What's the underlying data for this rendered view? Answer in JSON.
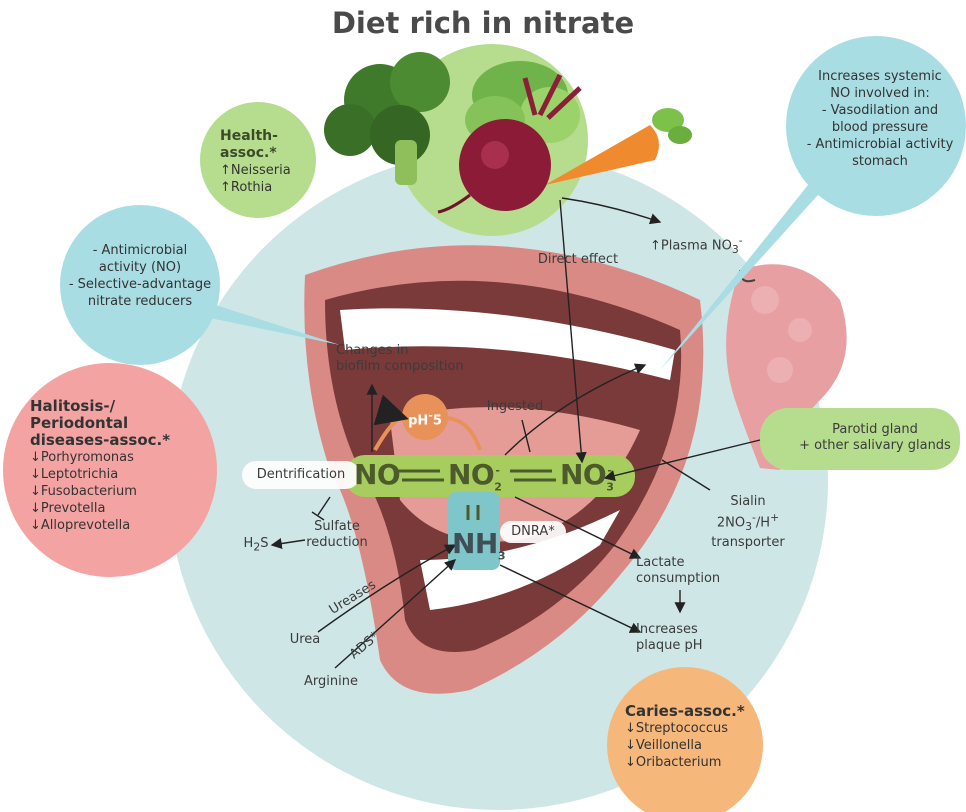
{
  "title": "Diet rich in nitrate",
  "health_bubble": {
    "heading_line1": "Health-",
    "heading_line2": "assoc.*",
    "items": [
      "↑Neisseria",
      "↑Rothia"
    ],
    "color": "#b6dd8e"
  },
  "antimicrobial_bubble": {
    "lines": [
      "- Antimicrobial",
      "activity (NO)",
      "- Selective-advantage",
      "nitrate reducers"
    ],
    "color": "#a9dde4"
  },
  "halitosis_bubble": {
    "heading_lines": [
      "Halitosis-/",
      "Periodontal",
      "diseases-assoc.*"
    ],
    "items": [
      "↓Porhyromonas",
      "↓Leptotrichia",
      "↓Fusobacterium",
      "↓Prevotella",
      "↓Alloprevotella"
    ],
    "color": "#f4a3a3"
  },
  "systemic_bubble": {
    "lines": [
      "Increases systemic",
      "NO involved in:",
      "- Vasodilation and",
      "blood pressure",
      "- Antimicrobial activity",
      "stomach"
    ],
    "color": "#a9dde4"
  },
  "caries_bubble": {
    "heading": "Caries-assoc.*",
    "items": [
      "↓Streptococcus",
      "↓Veillonella",
      "↓Oribacterium"
    ],
    "color": "#f6b77a"
  },
  "labels": {
    "direct_effect": "Direct effect",
    "plasma": "↑Plasma NO",
    "plasma_sub": "3",
    "plasma_sup": "-",
    "biofilm_line1": "Changes in",
    "biofilm_line2": "biofilm composition",
    "ingested": "Ingested",
    "ph": "pH",
    "ph_sup": "-",
    "ph_value": "5",
    "dentrification": "Dentrification",
    "parotid_line1": "Parotid gland",
    "parotid_line2": "+ other salivary glands",
    "sialin_line1": "Sialin",
    "sialin_line2_a": "2NO",
    "sialin_line2_sub": "3",
    "sialin_line2_sup": "-",
    "sialin_line2_b": "/H",
    "sialin_line2_sup2": "+",
    "sialin_line3": "transporter",
    "sulfate_line1": "Sulfate",
    "sulfate_line2": "reduction",
    "h2s": "H",
    "h2s_sub": "2",
    "h2s_end": "S",
    "dnra": "DNRA*",
    "lactate_line1": "Lactate",
    "lactate_line2": "consumption",
    "plaque_line1": "Increases",
    "plaque_line2": "plaque pH",
    "ureases": "Ureases",
    "urea": "Urea",
    "ads": "ADS*",
    "arginine": "Arginine"
  },
  "molecules": {
    "no": "NO",
    "no2": "NO",
    "no2_sub": "2",
    "no2_sup": "-",
    "no3": "NO",
    "no3_sub": "3",
    "no3_sup": "-",
    "nh3": "NH",
    "nh3_sub": "3"
  },
  "colors": {
    "background_circle": "#cfe6e7",
    "green_band": "#a8cd5f",
    "nh3_box": "#7fc6cb",
    "ph_circle": "#e8925a",
    "lips": "#d98a85",
    "mouth_inside": "#7a3a3a",
    "tongue": "#e59c96",
    "gland": "#e79fa2"
  }
}
